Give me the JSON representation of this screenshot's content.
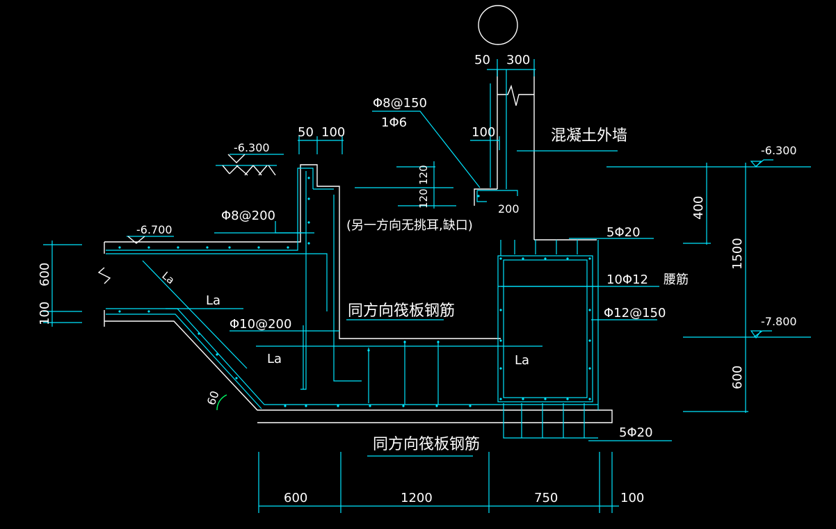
{
  "labels": {
    "level_top_left": "-6.300",
    "level_top_right": "-6.300",
    "level_slab": "-6.700",
    "level_bottom": "-7.800",
    "dim_50_top": "50",
    "dim_300_top": "300",
    "dim_50_left": "50",
    "dim_100_left": "100",
    "dim_100_mid": "100",
    "dim_120_a": "120",
    "dim_120_b": "120",
    "dim_200": "200",
    "dim_600_left": "600",
    "dim_100_left_v": "100",
    "dim_400": "400",
    "dim_1500": "1500",
    "dim_600_right": "600",
    "dim_bottom_600": "600",
    "dim_bottom_1200": "1200",
    "dim_bottom_750": "750",
    "dim_bottom_100": "100",
    "rebar_phi8_150": "Φ8@150",
    "rebar_1phi6": "1Φ6",
    "rebar_phi8_200": "Φ8@200",
    "rebar_phi10_200": "Φ10@200",
    "rebar_5phi20_top": "5Φ20",
    "rebar_10phi12": "10Φ12",
    "waist_bar": "腰筋",
    "rebar_phi12_150": "Φ12@150",
    "rebar_5phi20_bottom": "5Φ20",
    "exterior_wall": "混凝土外墙",
    "note_no_ear": "(另一方向无挑耳,缺口)",
    "raft_rebar_1": "同方向筏板钢筋",
    "raft_rebar_2": "同方向筏板钢筋",
    "la_1": "La",
    "la_2": "La",
    "la_3": "La",
    "la_4": "La",
    "angle_60": "60"
  }
}
